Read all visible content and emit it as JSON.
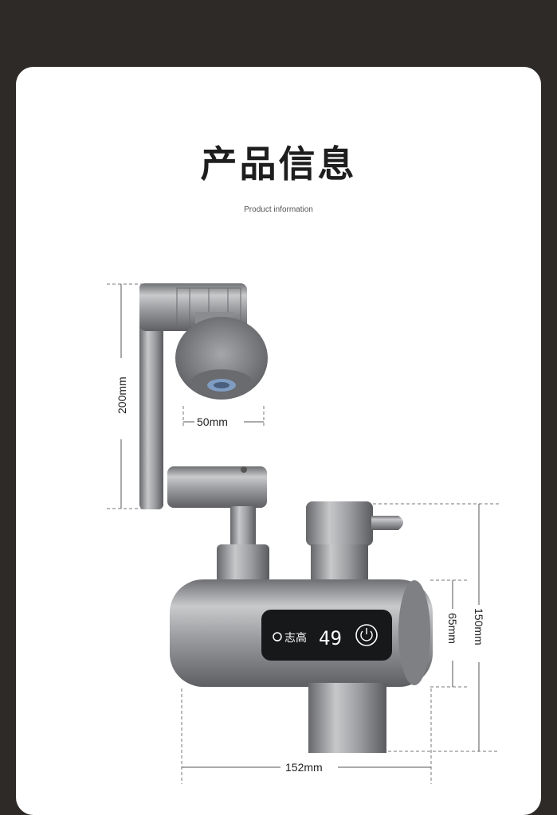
{
  "header": {
    "title": "产品信息",
    "subtitle": "Product information"
  },
  "dimensions": {
    "arm_height": "200mm",
    "aerator_width": "50mm",
    "body_height": "65mm",
    "total_height": "150mm",
    "body_width": "152mm"
  },
  "display": {
    "brand": "志高",
    "temperature": "49"
  },
  "colors": {
    "background": "#2d2a28",
    "card": "#ffffff",
    "metal": "#8d8e90",
    "panel": "#17181a"
  },
  "icons": {
    "power": "power-button-icon",
    "brand_logo": "brand-logo-icon"
  }
}
